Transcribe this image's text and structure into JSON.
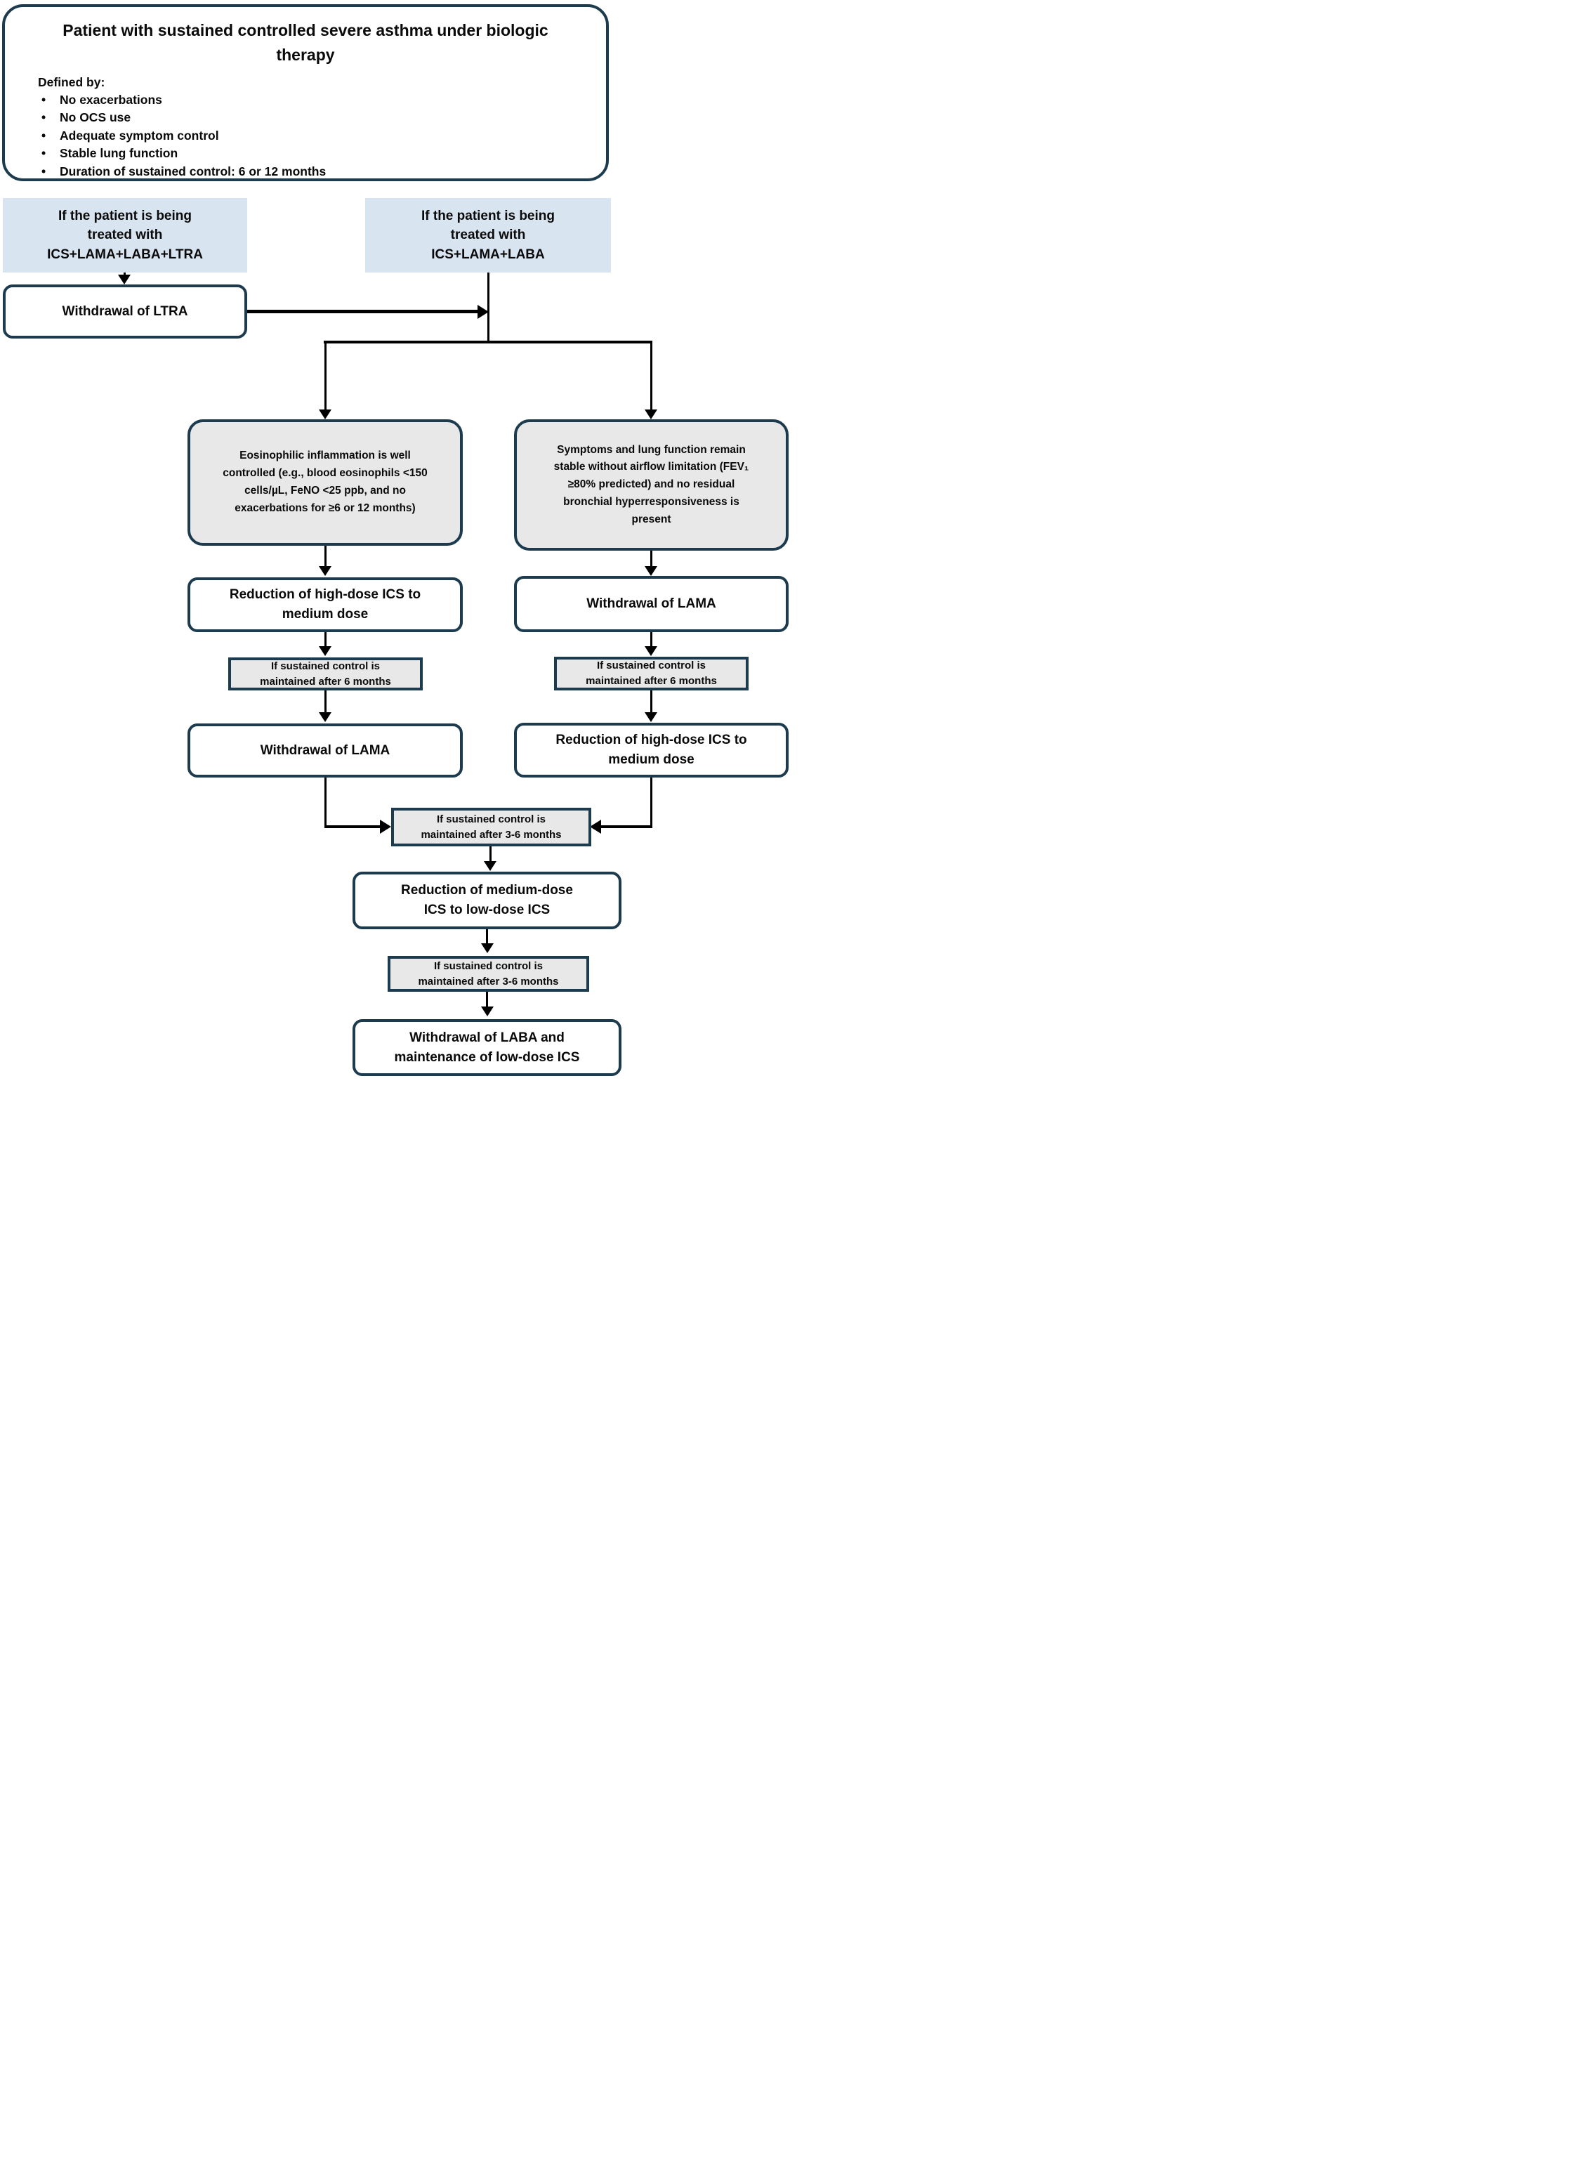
{
  "colors": {
    "border": "#1c3b4f",
    "blue_fill": "#d9e4f1",
    "gray_fill": "#e8e8e8",
    "line": "#000000"
  },
  "top_box": {
    "title": "Patient with sustained controlled severe asthma under biologic\ntherapy",
    "defined_by": "Defined by:",
    "bullets": [
      "No exacerbations",
      "No OCS use",
      "Adequate symptom control",
      "Stable lung function",
      "Duration of sustained control: 6 or 12 months"
    ]
  },
  "left_branch": {
    "condition": "If the patient is being\ntreated with\nICS+LAMA+LABA+LTRA",
    "withdraw_ltra": "Withdrawal of LTRA"
  },
  "right_branch": {
    "condition": "If the patient is being\ntreated with\nICS+LAMA+LABA"
  },
  "eosinophil_path": {
    "criteria": "Eosinophilic inflammation is well\ncontrolled (e.g., blood eosinophils <150\ncells/µL, FeNO <25 ppb, and no\nexacerbations for ≥6 or 12 months)",
    "step1": "Reduction of high-dose ICS to\nmedium dose",
    "gate": "If sustained control is\nmaintained after 6 months",
    "step2": "Withdrawal of LAMA"
  },
  "symptom_path": {
    "criteria": "Symptoms and lung function remain\nstable without airflow limitation (FEV₁\n≥80% predicted) and no residual\nbronchial hyperresponsiveness is\npresent",
    "step1": "Withdrawal of LAMA",
    "gate": "If sustained control is\nmaintained after 6 months",
    "step2": "Reduction of high-dose ICS to\nmedium dose"
  },
  "merge_path": {
    "gate1": "If sustained control is\nmaintained after 3-6 months",
    "step1": "Reduction of medium-dose\nICS to low-dose ICS",
    "gate2": "If sustained control is\nmaintained after 3-6 months",
    "step2": "Withdrawal of LABA and\nmaintenance of low-dose ICS"
  }
}
